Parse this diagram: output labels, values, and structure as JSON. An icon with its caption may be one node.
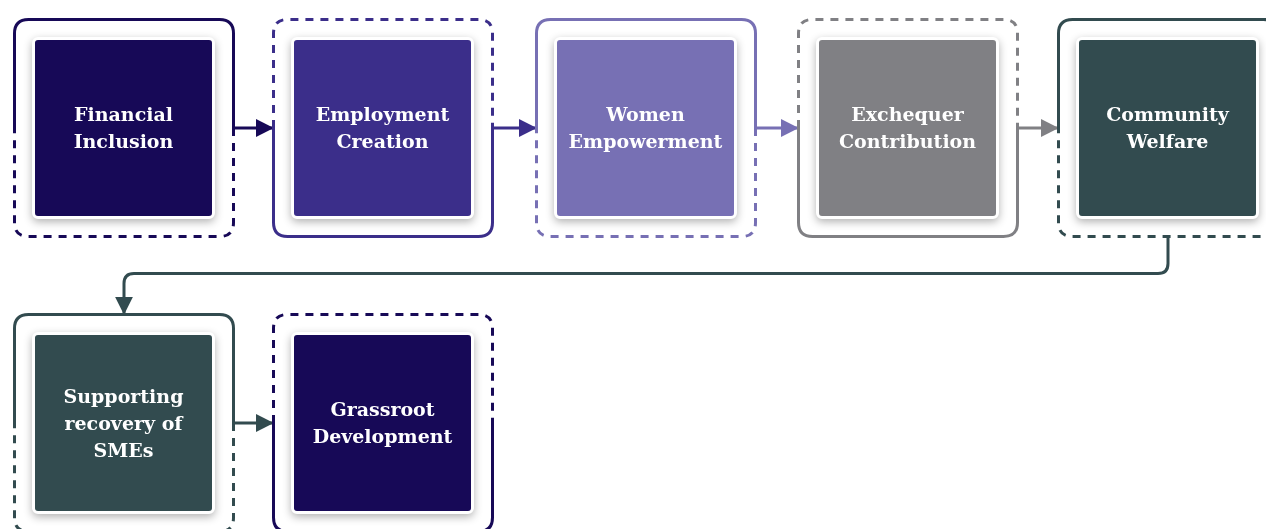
{
  "diagram": {
    "nodes": [
      {
        "text": [
          "Financial Inclusion"
        ]
      },
      {
        "text": [
          "Employment Creation"
        ]
      },
      {
        "text": [
          "Women Empowerment"
        ]
      },
      {
        "text": [
          "Exchequer Contribution"
        ]
      },
      {
        "text": [
          "Community Welfare"
        ]
      },
      {
        "text": [
          "Supporting recovery of SMEs"
        ]
      },
      {
        "text": [
          "Grassroot Development"
        ]
      }
    ],
    "edges": [
      {
        "from": 0,
        "to": 1,
        "arrow": "to",
        "color": "#170957"
      },
      {
        "from": 1,
        "to": 2,
        "arrow": "to",
        "color": "#3b2e8a"
      },
      {
        "from": 2,
        "to": 3,
        "arrow": "to",
        "color": "#7770b4"
      },
      {
        "from": 3,
        "to": 4,
        "arrow": "to",
        "color": "#808084"
      },
      {
        "from": 4,
        "to": 5,
        "arrow": "to",
        "color": "#324b4f"
      },
      {
        "from": 5,
        "to": 6,
        "arrow": "to",
        "color": "#324b4f"
      }
    ]
  }
}
